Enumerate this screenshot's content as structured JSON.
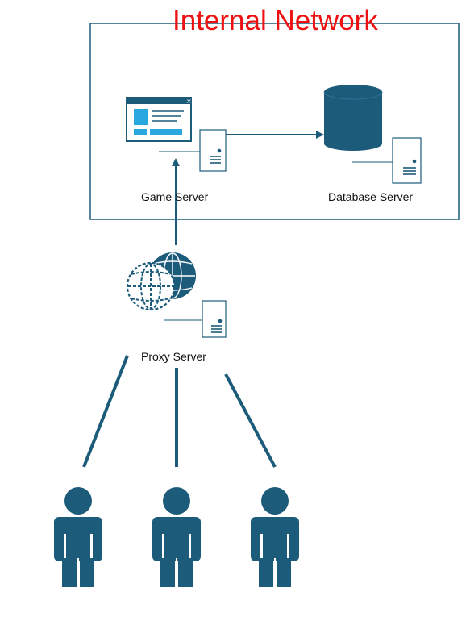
{
  "title": "Internal Network",
  "nodes": {
    "game_server": "Game Server",
    "database_server": "Database Server",
    "proxy_server": "Proxy Server"
  },
  "colors": {
    "accent": "#1c5b7a",
    "title": "#ee1111",
    "window_light": "#29a8e0",
    "border": "#1d5a78"
  },
  "icons": [
    "web-window-icon",
    "server-icon",
    "database-icon",
    "globe-icon",
    "user-icon"
  ]
}
